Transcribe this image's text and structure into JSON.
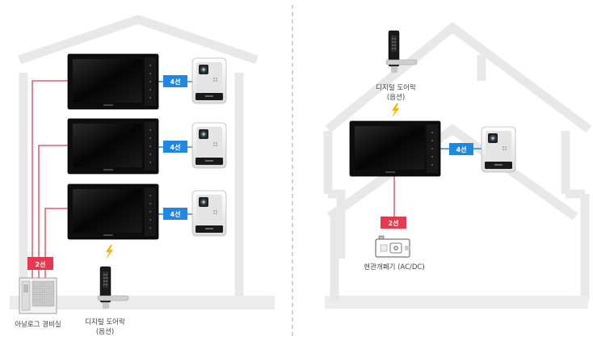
{
  "left_scene": {
    "wire_labels": [
      "4선",
      "4선",
      "4선"
    ],
    "security_room_wire_label": "2선",
    "security_room_label": "아날로그 경비실",
    "doorlock_label_line1": "디지털 도어락",
    "doorlock_label_line2": "(옵션)"
  },
  "right_scene": {
    "doorlock_label_line1": "디지털 도어락",
    "doorlock_label_line2": "(옵션)",
    "wire_label": "4선",
    "opener_wire_label": "2선",
    "opener_label": "현관개폐기 (AC/DC)"
  },
  "colors": {
    "house_outline": "#e8e8e8",
    "wire_red": "#e8384f",
    "wire_blue": "#1e88e5",
    "monitor_body": "#111111",
    "divider": "#b5b5b5"
  },
  "icons": [
    "video-monitor-icon",
    "door-camera-icon",
    "digital-doorlock-icon",
    "security-console-icon",
    "door-opener-icon",
    "wireless-signal-icon"
  ]
}
